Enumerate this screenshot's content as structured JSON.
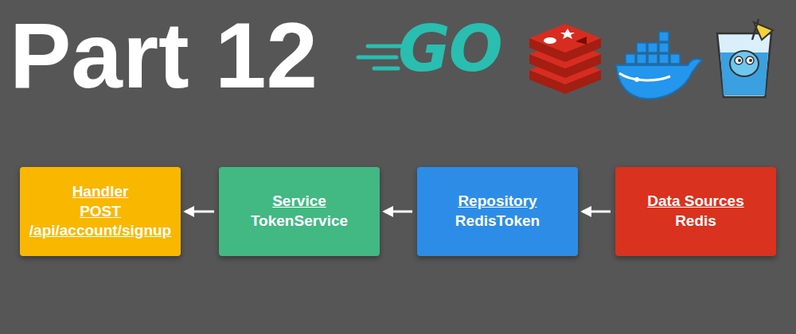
{
  "diagram": {
    "title": "Part 12",
    "nodes": [
      {
        "text": [
          "Handler",
          "POST /api/account/signup"
        ]
      },
      {
        "text": [
          "Service",
          "TokenService"
        ]
      },
      {
        "text": [
          "Repository",
          "RedisToken"
        ]
      },
      {
        "text": [
          "Data Sources",
          "Redis"
        ]
      }
    ],
    "edges": [
      {
        "from": 1,
        "to": 0,
        "arrow": "to"
      },
      {
        "from": 2,
        "to": 1,
        "arrow": "to"
      },
      {
        "from": 3,
        "to": 2,
        "arrow": "to"
      }
    ],
    "labels": [
      "GO"
    ]
  }
}
